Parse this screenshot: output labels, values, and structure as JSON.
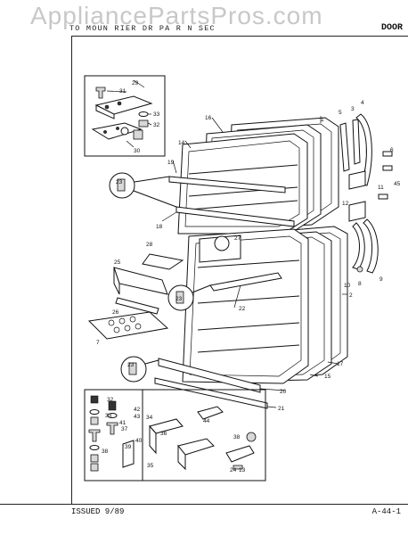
{
  "header": {
    "watermark": "AppliancePartsPros.com",
    "title": "TO  MOUN  RIER DR PA  R           N  SEC",
    "section": "DOOR"
  },
  "footer": {
    "issued": "ISSUED 9/89",
    "page": "A-44-1"
  },
  "callouts": {
    "c1": "1",
    "c2": "2",
    "c3": "3",
    "c4": "4",
    "c5": "5",
    "c6": "6",
    "c7": "7",
    "c8": "8",
    "c9": "9",
    "c10": "10",
    "c11": "11",
    "c12": "12",
    "c13": "13",
    "c14": "14",
    "c15": "15",
    "c16": "16",
    "c17": "17",
    "c18": "18",
    "c19": "19",
    "c20": "20",
    "c21": "21",
    "c22": "22",
    "c23a": "23",
    "c23b": "23",
    "c23c": "23",
    "c24": "24",
    "c25": "25",
    "c26": "26",
    "c27": "27",
    "c28": "28",
    "c29": "29",
    "c30": "30",
    "c31": "31",
    "c32a": "32",
    "c32b": "32",
    "c33a": "33",
    "c33b": "33",
    "c34": "34",
    "c35": "35",
    "c36": "36",
    "c37": "37",
    "c38a": "38",
    "c38b": "38",
    "c39": "39",
    "c40": "40",
    "c41": "41",
    "c42": "42",
    "c43": "43",
    "c44": "44",
    "c45": "45"
  }
}
